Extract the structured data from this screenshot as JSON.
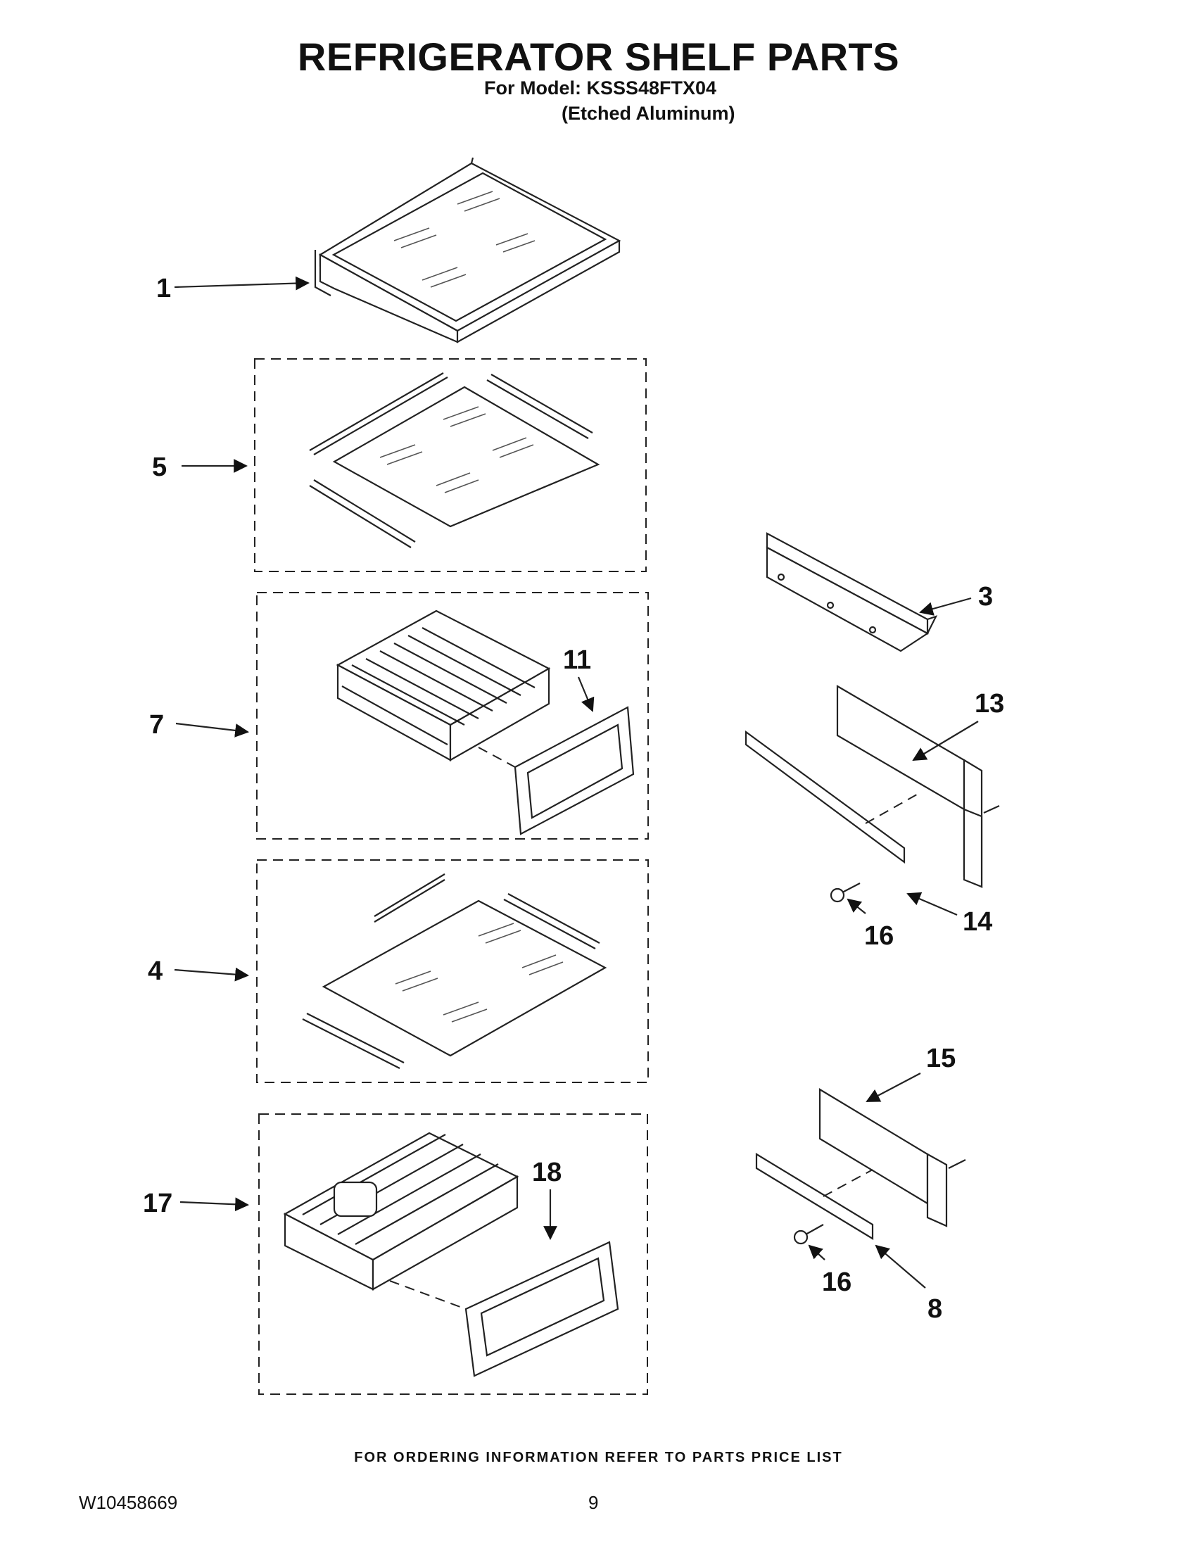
{
  "header": {
    "title": "REFRIGERATOR SHELF PARTS",
    "model_line": "For Model: KSSS48FTX04",
    "finish_line": "(Etched Aluminum)"
  },
  "footer": {
    "ordering_note": "FOR ORDERING INFORMATION REFER TO PARTS PRICE LIST",
    "document_number": "W10458669",
    "page_number": "9"
  },
  "callouts": {
    "c1": "1",
    "c5": "5",
    "c7": "7",
    "c11": "11",
    "c4": "4",
    "c17": "17",
    "c18": "18",
    "c3": "3",
    "c13": "13",
    "c14": "14",
    "c16a": "16",
    "c15": "15",
    "c8": "8",
    "c16b": "16"
  }
}
